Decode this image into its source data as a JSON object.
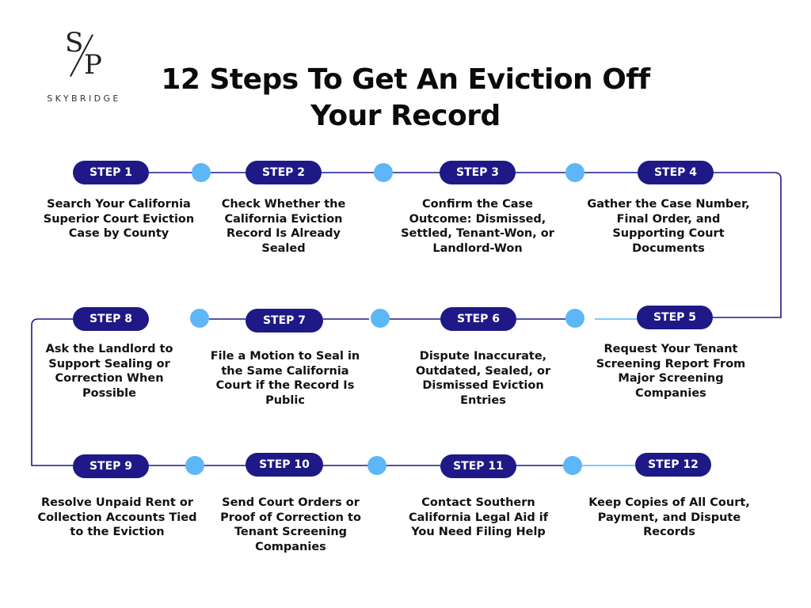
{
  "logo": {
    "mark_top": "S",
    "mark_bottom": "P",
    "wordmark": "SKYBRIDGE"
  },
  "title": {
    "line1": "12 Steps To Get An Eviction Off",
    "line2": "Your Record"
  },
  "steps": [
    {
      "label": "STEP 1",
      "text": "Search Your California Superior Court Eviction Case by County"
    },
    {
      "label": "STEP 2",
      "text": "Check Whether the California Eviction Record Is Already Sealed"
    },
    {
      "label": "STEP 3",
      "text": "Confirm the Case Outcome: Dismissed, Settled, Tenant-Won, or Landlord-Won"
    },
    {
      "label": "STEP 4",
      "text": "Gather the Case Number, Final Order, and Supporting Court Documents"
    },
    {
      "label": "STEP 5",
      "text": "Request Your Tenant Screening Report From Major Screening Companies"
    },
    {
      "label": "STEP 6",
      "text": "Dispute Inaccurate, Outdated, Sealed, or Dismissed Eviction Entries"
    },
    {
      "label": "STEP 7",
      "text": "File a Motion to Seal in the Same California Court if the Record Is Public"
    },
    {
      "label": "STEP 8",
      "text": "Ask the Landlord to Support Sealing or Correction When Possible"
    },
    {
      "label": "STEP 9",
      "text": "Resolve Unpaid Rent or Collection Accounts Tied to the Eviction"
    },
    {
      "label": "STEP 10",
      "text": "Send Court Orders or Proof of Correction to Tenant Screening Companies"
    },
    {
      "label": "STEP 11",
      "text": "Contact Southern California Legal Aid if You Need Filing Help"
    },
    {
      "label": "STEP 12",
      "text": "Keep Copies of All Court, Payment, and Dispute Records"
    }
  ],
  "colors": {
    "pill": "#1e1987",
    "dot": "#5db7f7",
    "line": "#1e1987"
  }
}
